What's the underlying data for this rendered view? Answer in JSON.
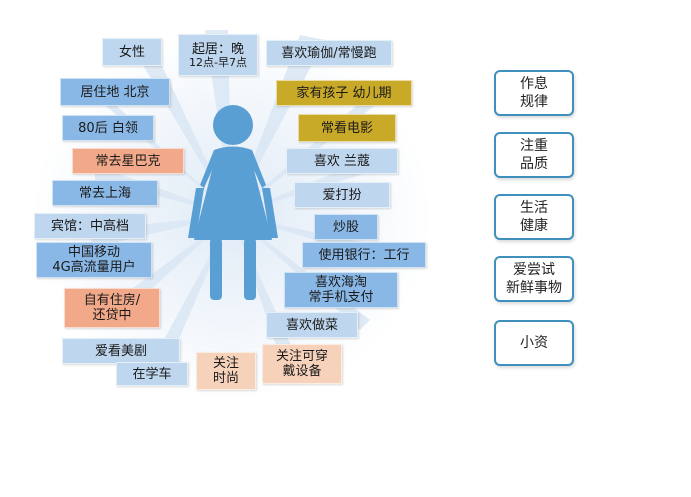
{
  "profile_tags": {
    "gender": "女性",
    "schedule_line1": "起居：晚",
    "schedule_line2": "12点-早7点",
    "yoga": "喜欢瑜伽/常慢跑",
    "residence": "居住地 北京",
    "kids": "家有孩子 幼儿期",
    "age": "80后 白领",
    "movies": "常看电影",
    "starbucks": "常去星巴克",
    "lancome": "喜欢 兰蔻",
    "shanghai": "常去上海",
    "dressup": "爱打扮",
    "stocks": "炒股",
    "hotel": "宾馆：中高档",
    "bank": "使用银行：工行",
    "mobile_line1": "中国移动",
    "mobile_line2": "4G高流量用户",
    "haitao_line1": "喜欢海淘",
    "haitao_line2": "常手机支付",
    "housing_line1": "自有住房/",
    "housing_line2": "还贷中",
    "cooking": "喜欢做菜",
    "tv": "爱看美剧",
    "driving": "在学车",
    "fashion_line1": "关注",
    "fashion_line2": "时尚",
    "wearables_line1": "关注可穿",
    "wearables_line2": "戴设备"
  },
  "categories": [
    {
      "line1": "作息",
      "line2": "规律"
    },
    {
      "line1": "注重",
      "line2": "品质"
    },
    {
      "line1": "生活",
      "line2": "健康"
    },
    {
      "line1": "爱尝试",
      "line2": "新鲜事物"
    },
    {
      "line1": "小资",
      "line2": ""
    }
  ],
  "colors": {
    "blue": "#8ab8e6",
    "light_blue": "#bed6ee",
    "olive": "#c9a928",
    "peach": "#f2a98a",
    "apricot": "#f7d2bb",
    "figure": "#5a9fd4",
    "category_border": "#3f8fbf"
  }
}
